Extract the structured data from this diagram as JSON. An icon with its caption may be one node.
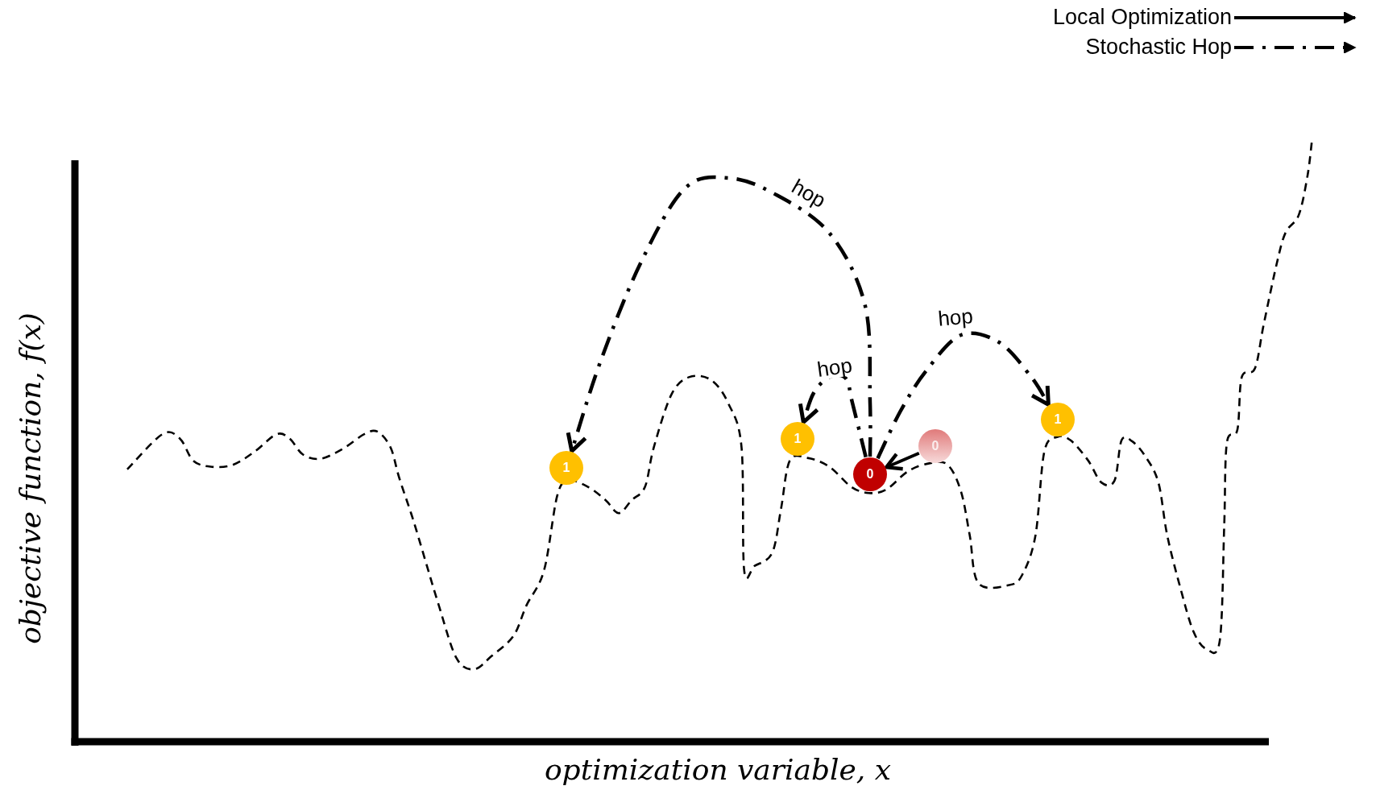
{
  "diagram": {
    "nodes": [
      {
        "text": [
          "1"
        ]
      },
      {
        "text": [
          "1"
        ]
      },
      {
        "text": [
          "0"
        ]
      },
      {
        "text": [
          "0"
        ]
      },
      {
        "text": [
          "1"
        ]
      }
    ],
    "edges": [
      {
        "from": 3,
        "to": 2,
        "arrow": "to"
      },
      {
        "from": 2,
        "to": 0,
        "arrow": "to",
        "label": "hop",
        "style": "dashed"
      },
      {
        "from": 2,
        "to": 1,
        "arrow": "to",
        "label": "hop",
        "style": "dashed"
      },
      {
        "from": 2,
        "to": 4,
        "arrow": "to",
        "label": "hop",
        "style": "dashed"
      }
    ],
    "labels": [
      "objective function, f(x)",
      "optimization variable, x"
    ],
    "legend": [
      {
        "text": "Local Optimization"
      },
      {
        "text": "Stochastic Hop"
      }
    ]
  }
}
